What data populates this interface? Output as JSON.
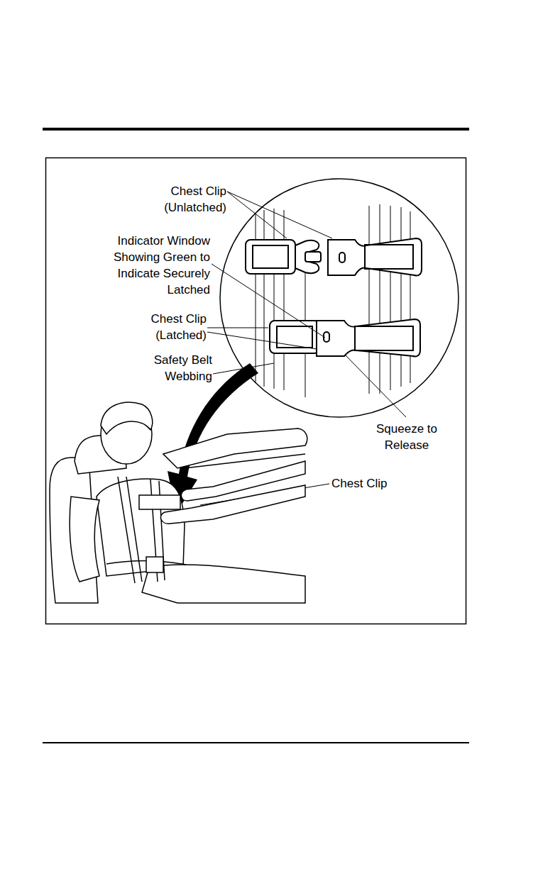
{
  "diagram": {
    "labels": [
      "Chest Clip (Unlatched)",
      "Indicator Window Showing Green to Indicate Securely Latched",
      "Chest Clip (Latched)",
      "Safety Belt Webbing",
      "Squeeze to Release",
      "Chest Clip"
    ]
  }
}
